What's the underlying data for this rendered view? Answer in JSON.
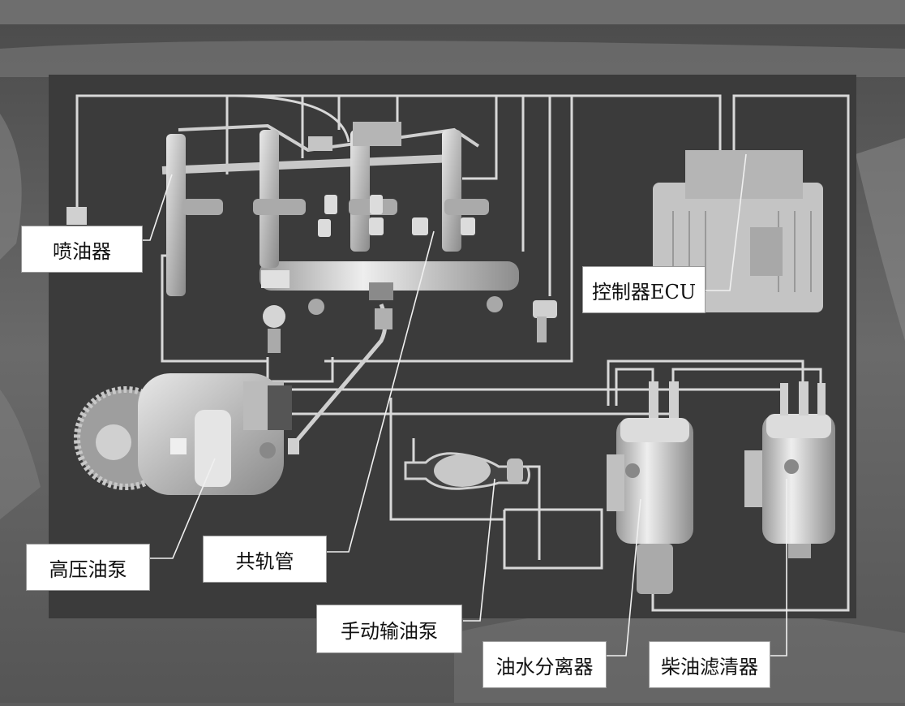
{
  "labels": {
    "injector": "喷油器",
    "ecu": "控制器ECU",
    "high_pressure_pump": "高压油泵",
    "common_rail": "共轨管",
    "hand_pump": "手动输油泵",
    "water_separator": "油水分离器",
    "diesel_filter": "柴油滤清器"
  },
  "colors": {
    "panel": "#3b3b3b",
    "pipe": "#d8d8d8",
    "component": "#c4c4c4",
    "label_bg": "#ffffff"
  }
}
